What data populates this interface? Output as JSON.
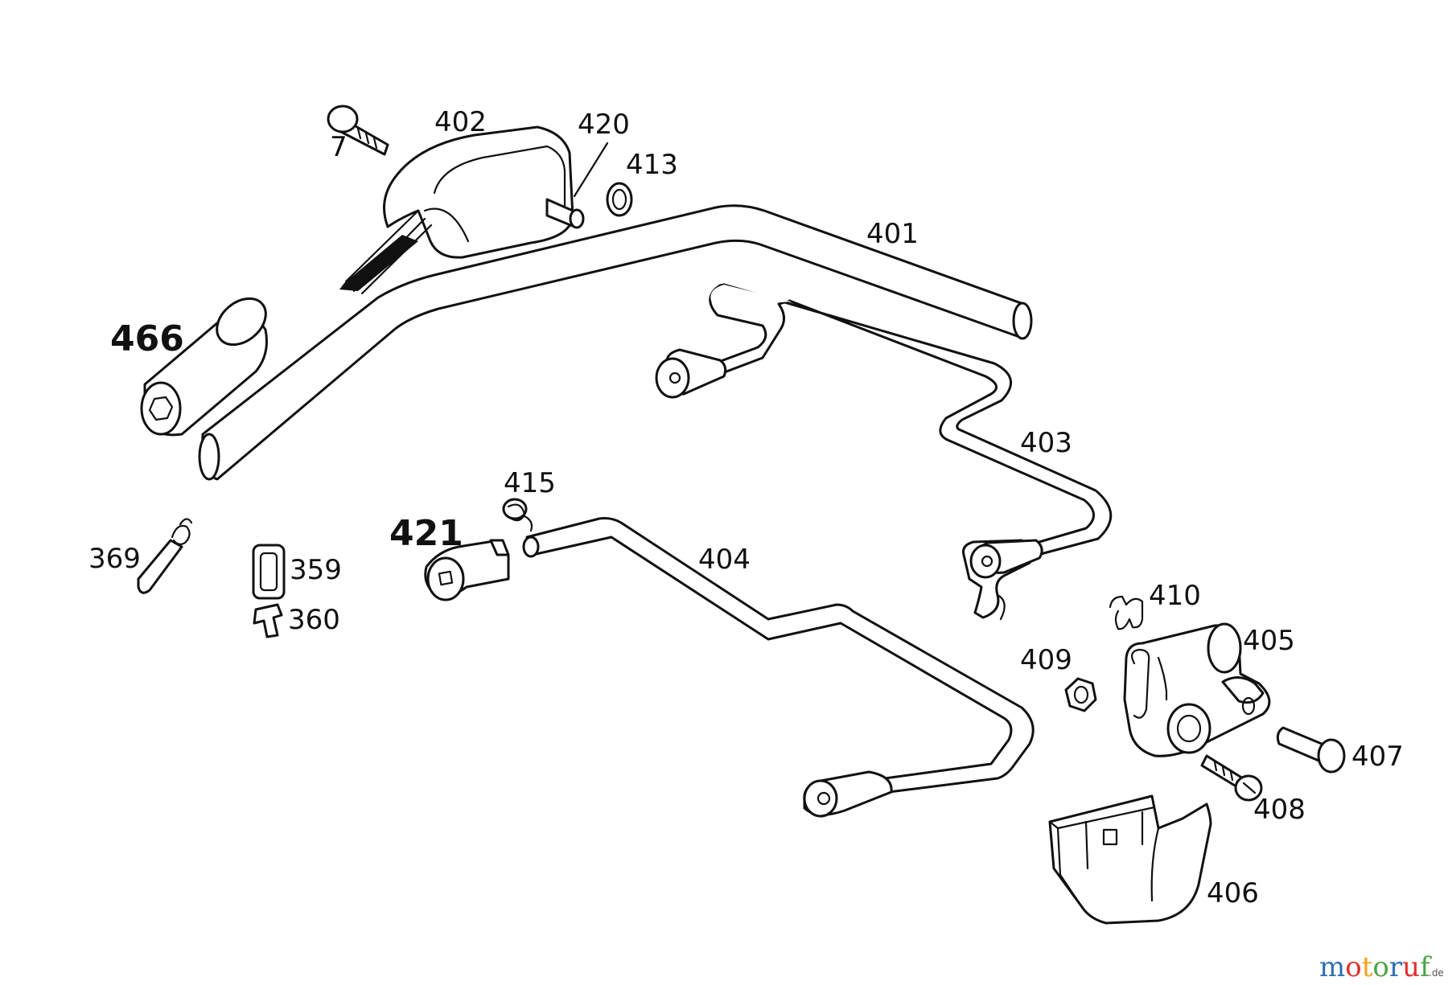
{
  "labels": {
    "p7": "7",
    "p359": "359",
    "p360": "360",
    "p369": "369",
    "p401": "401",
    "p402": "402",
    "p403": "403",
    "p404": "404",
    "p405": "405",
    "p406": "406",
    "p407": "407",
    "p408": "408",
    "p409": "409",
    "p410": "410",
    "p413": "413",
    "p415": "415",
    "p420": "420",
    "p421": "421",
    "p466": "466"
  },
  "watermark": {
    "m": "m",
    "o1": "o",
    "t": "t",
    "o2": "o",
    "r": "r",
    "u": "u",
    "f": "f",
    "suffix": ".de",
    "colors": [
      "#2e6fb5",
      "#e0312c",
      "#f2a21b",
      "#4aa546",
      "#2e6fb5",
      "#e0312c",
      "#4aa546"
    ]
  }
}
